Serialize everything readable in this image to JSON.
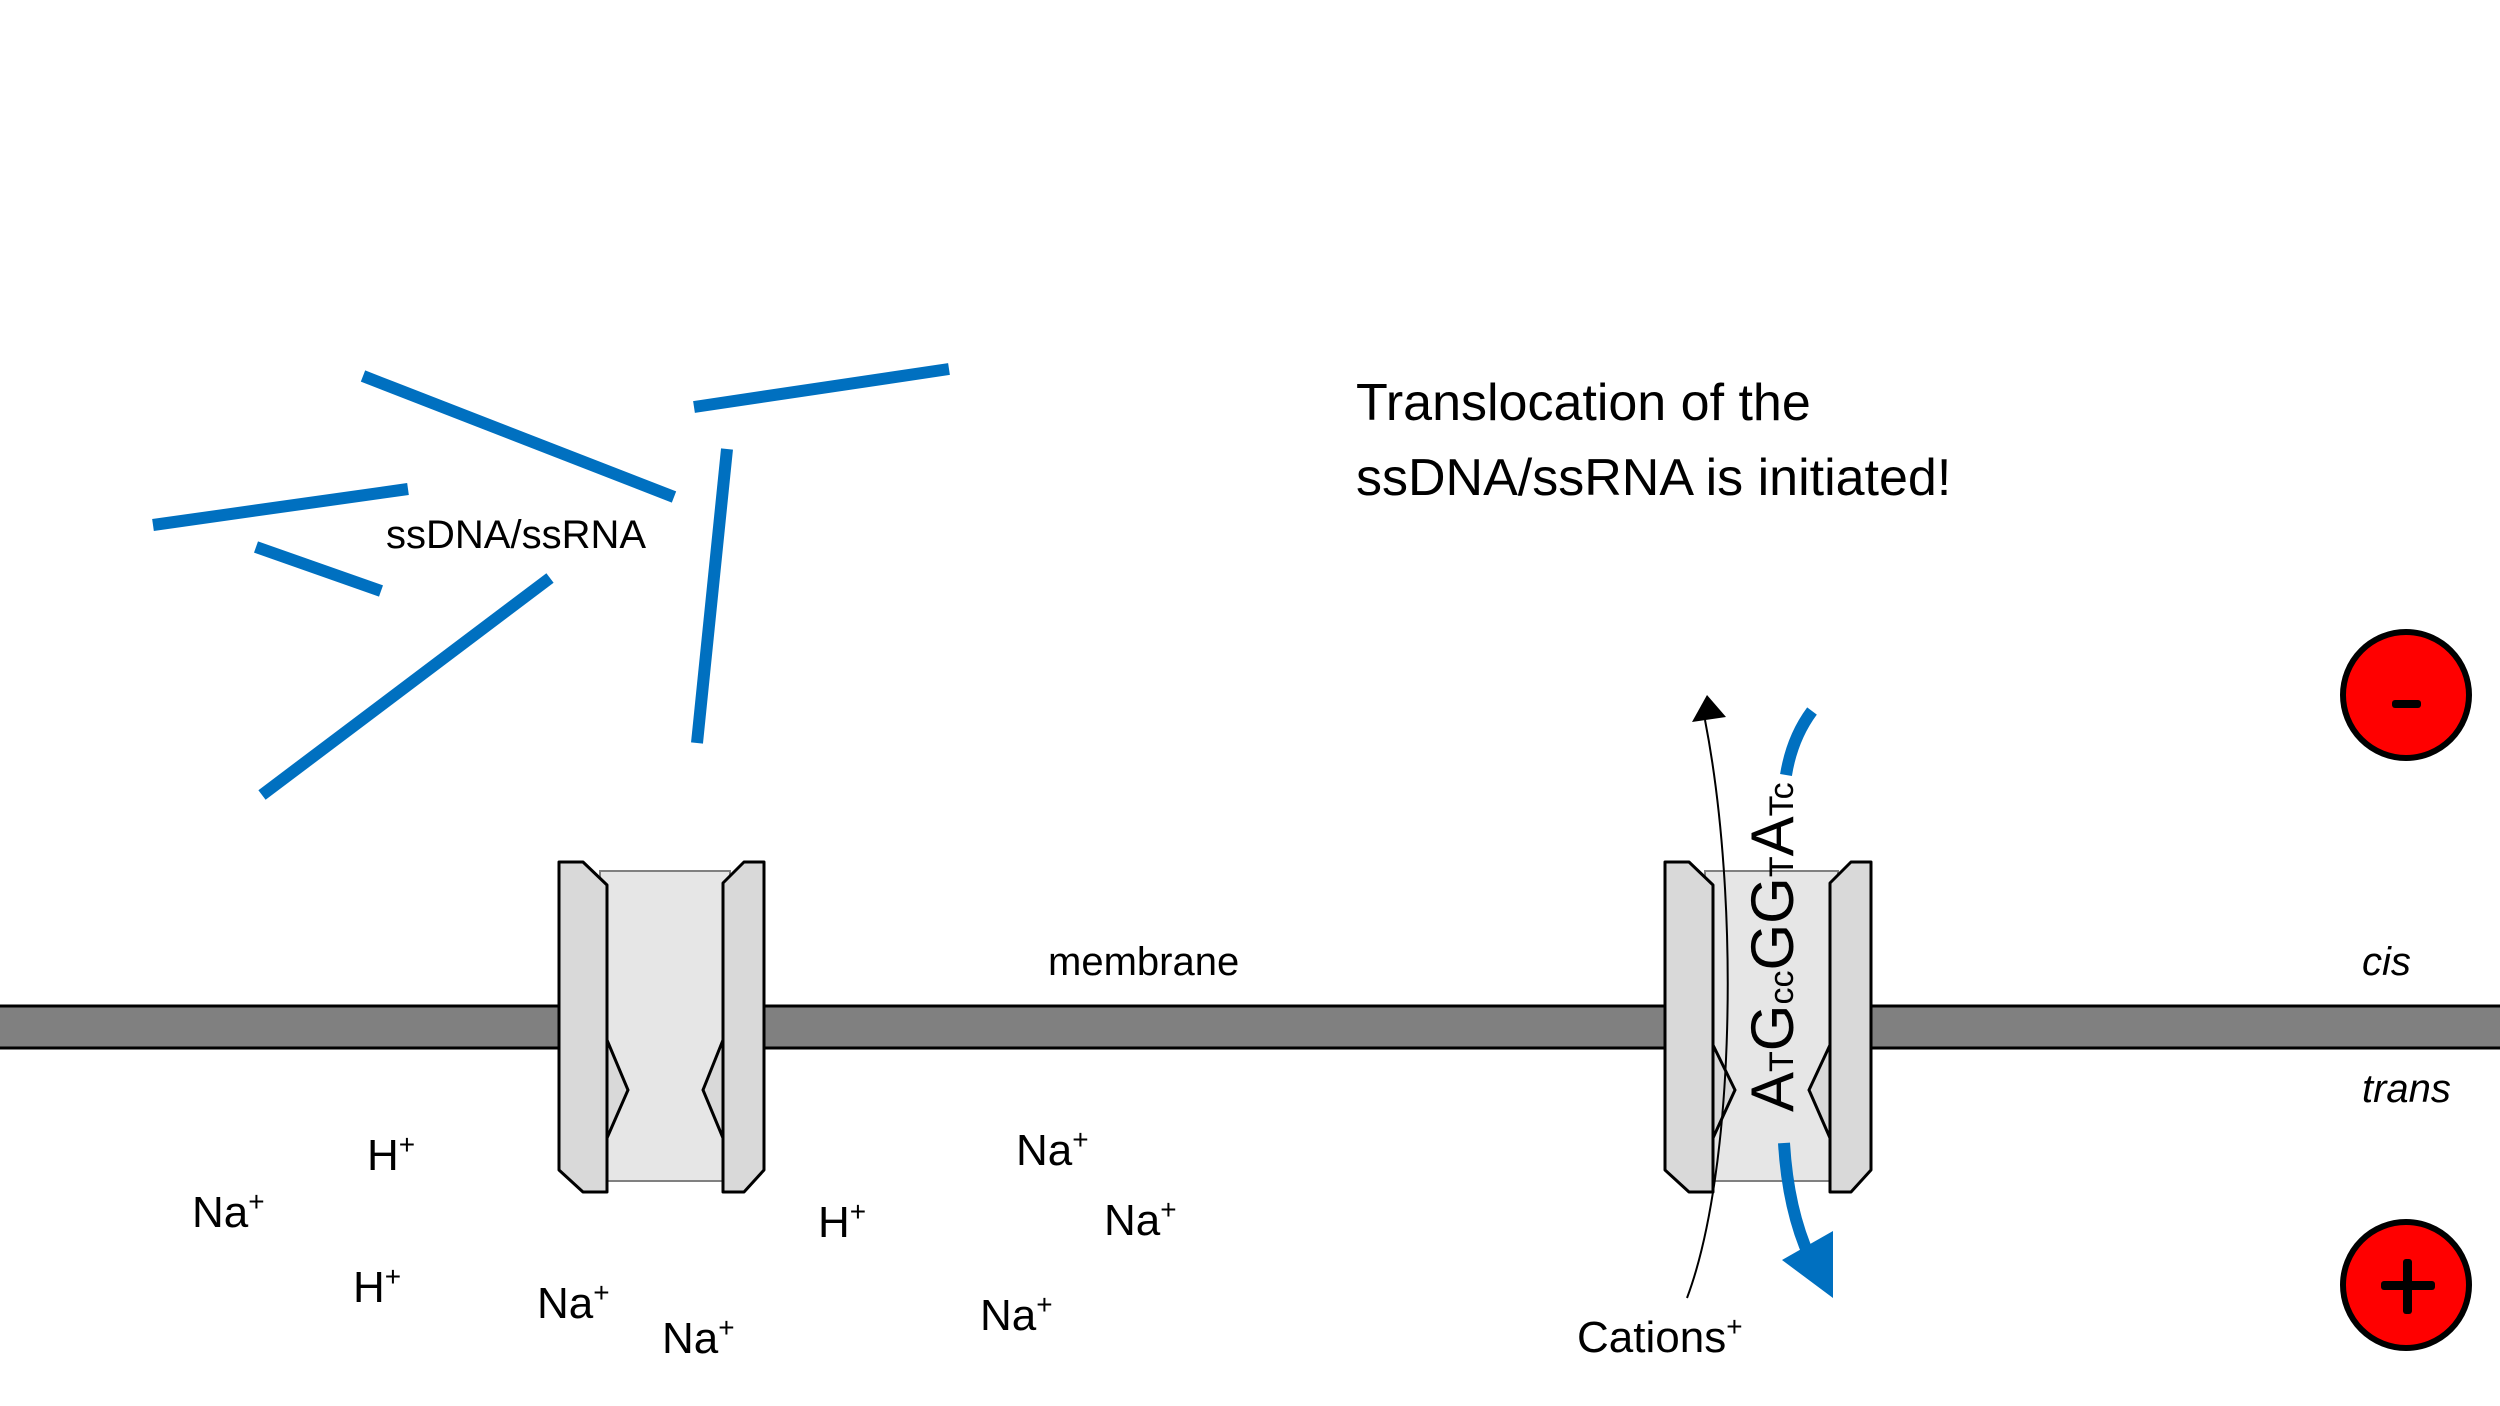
{
  "title": {
    "line1": "Translocation of the",
    "line2": "ssDNA/ssRNA is initiated!"
  },
  "labels": {
    "strands": "ssDNA/ssRNA",
    "membrane": "membrane",
    "cis": "cis",
    "trans": "trans",
    "cations": "Cations",
    "cations_charge": "+"
  },
  "electrodes": {
    "negative": {
      "symbol": "minus-icon",
      "color": "#ff0000"
    },
    "positive": {
      "symbol": "plus-icon",
      "color": "#ff0000"
    }
  },
  "sequence": [
    {
      "base": "A",
      "size": "big"
    },
    {
      "base": "T",
      "size": "small"
    },
    {
      "base": "G",
      "size": "big"
    },
    {
      "base": "c",
      "size": "small"
    },
    {
      "base": "c",
      "size": "small"
    },
    {
      "base": "G",
      "size": "big"
    },
    {
      "base": "G",
      "size": "big"
    },
    {
      "base": "T",
      "size": "small"
    },
    {
      "base": "A",
      "size": "big"
    },
    {
      "base": "T",
      "size": "small"
    },
    {
      "base": "c",
      "size": "small"
    }
  ],
  "ions": [
    {
      "symbol": "Na",
      "charge": "+"
    },
    {
      "symbol": "H",
      "charge": "+"
    },
    {
      "symbol": "H",
      "charge": "+"
    },
    {
      "symbol": "Na",
      "charge": "+"
    },
    {
      "symbol": "Na",
      "charge": "+"
    },
    {
      "symbol": "H",
      "charge": "+"
    },
    {
      "symbol": "Na",
      "charge": "+"
    },
    {
      "symbol": "Na",
      "charge": "+"
    },
    {
      "symbol": "Na",
      "charge": "+"
    }
  ],
  "colors": {
    "strand": "#0070c0",
    "membrane": "#808080",
    "pore_wall": "#d9d9d9",
    "pore_barrel": "#e6e6e6",
    "electrode": "#ff0000"
  }
}
